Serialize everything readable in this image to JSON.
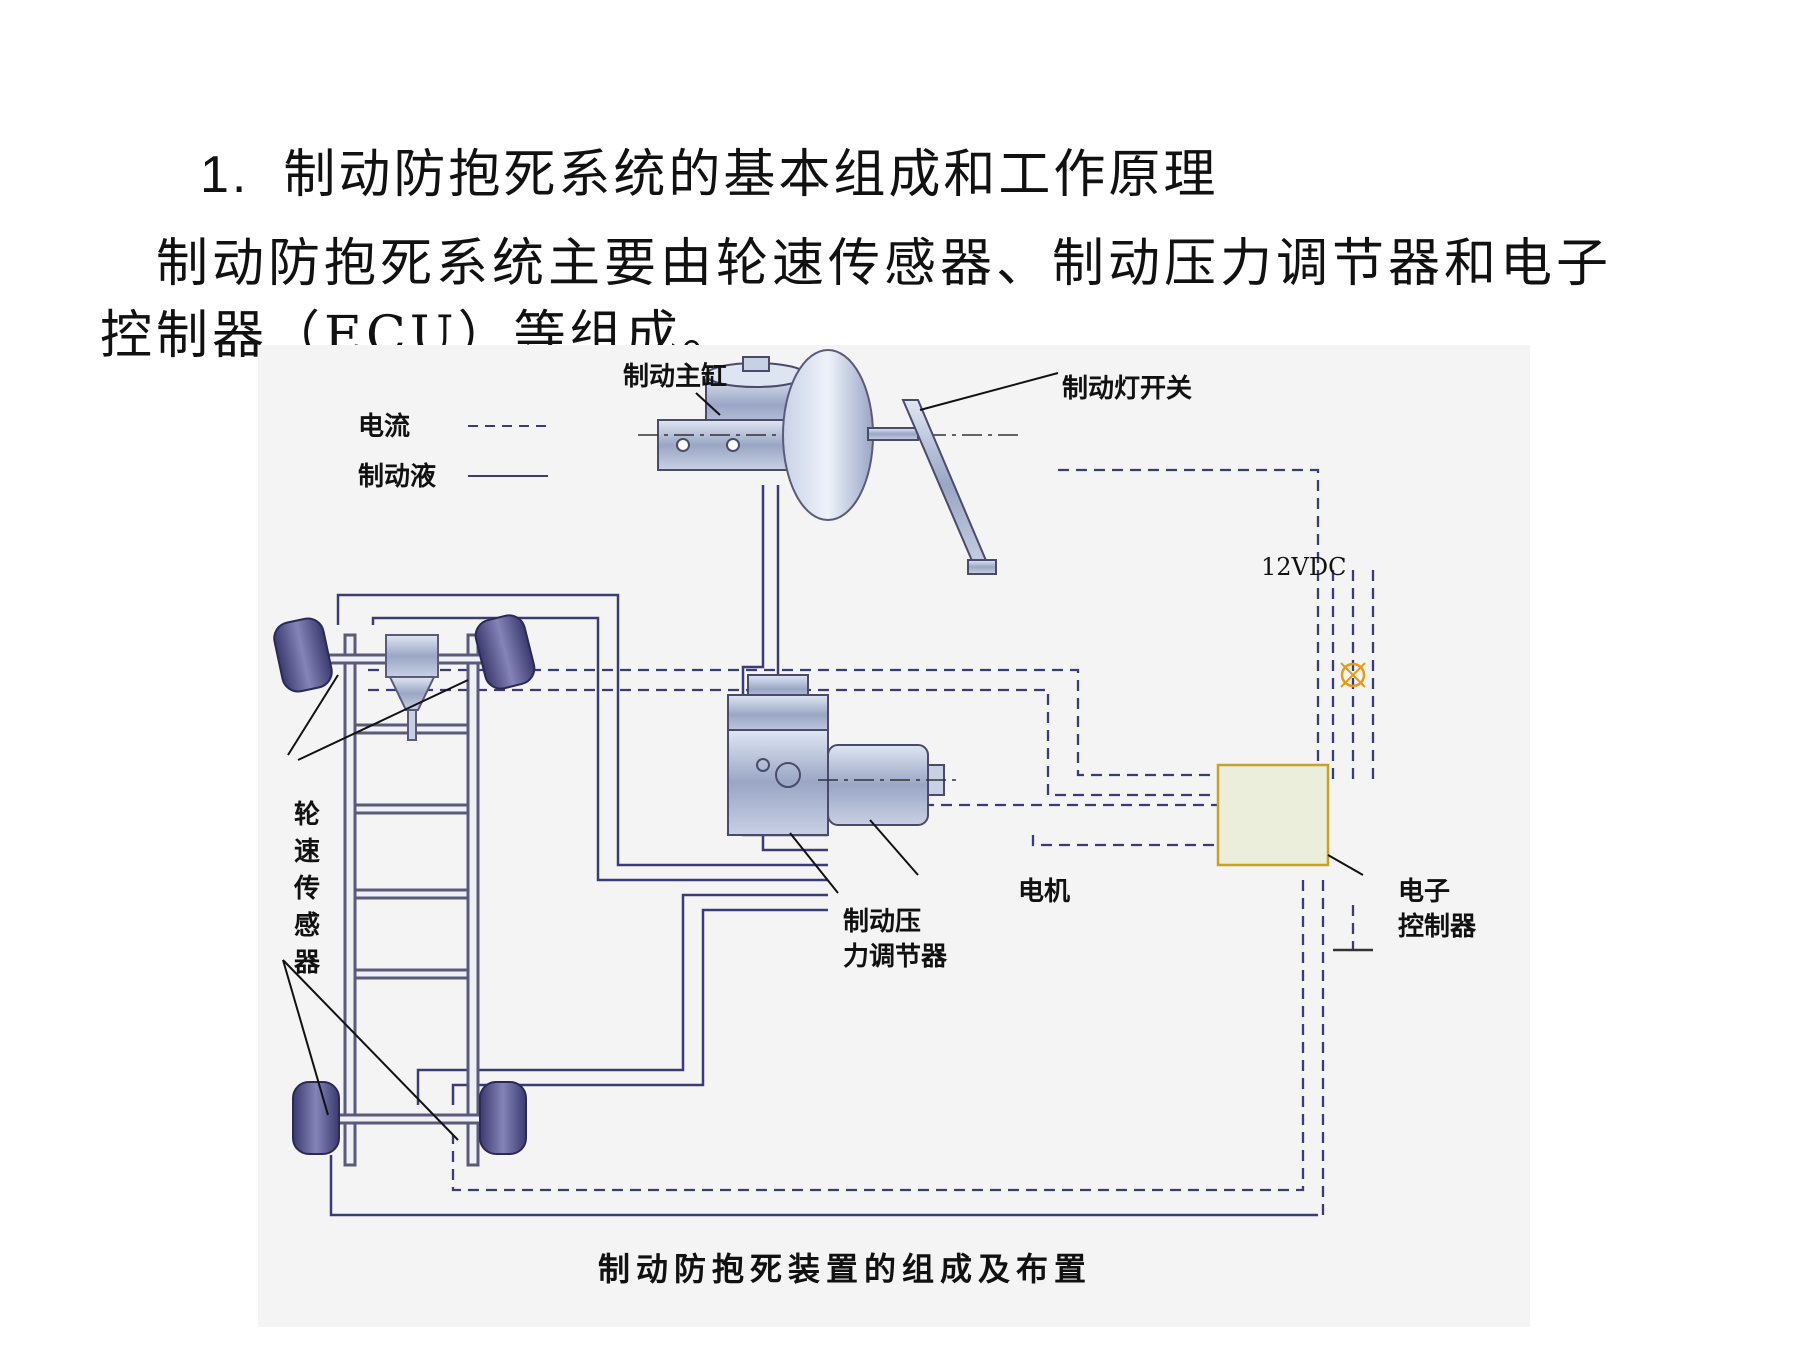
{
  "heading": {
    "number": "1.",
    "text": "制动防抱死系统的基本组成和工作原理"
  },
  "intro": "制动防抱死系统主要由轮速传感器、制动压力调节器和电子控制器（ECU）等组成。",
  "figure": {
    "legend": {
      "current": "电流",
      "fluid": "制动液"
    },
    "labels": {
      "master_cylinder": "制动主缸",
      "brake_light_switch": "制动灯开关",
      "voltage": "12VDC",
      "wheel_sensor": [
        "轮",
        "速",
        "传",
        "感",
        "器"
      ],
      "pressure_regulator_1": "制动压",
      "pressure_regulator_2": "力调节器",
      "motor": "电机",
      "ecu_1": "电子",
      "ecu_2": "控制器"
    },
    "caption": "制动防抱死装置的组成及布置"
  }
}
